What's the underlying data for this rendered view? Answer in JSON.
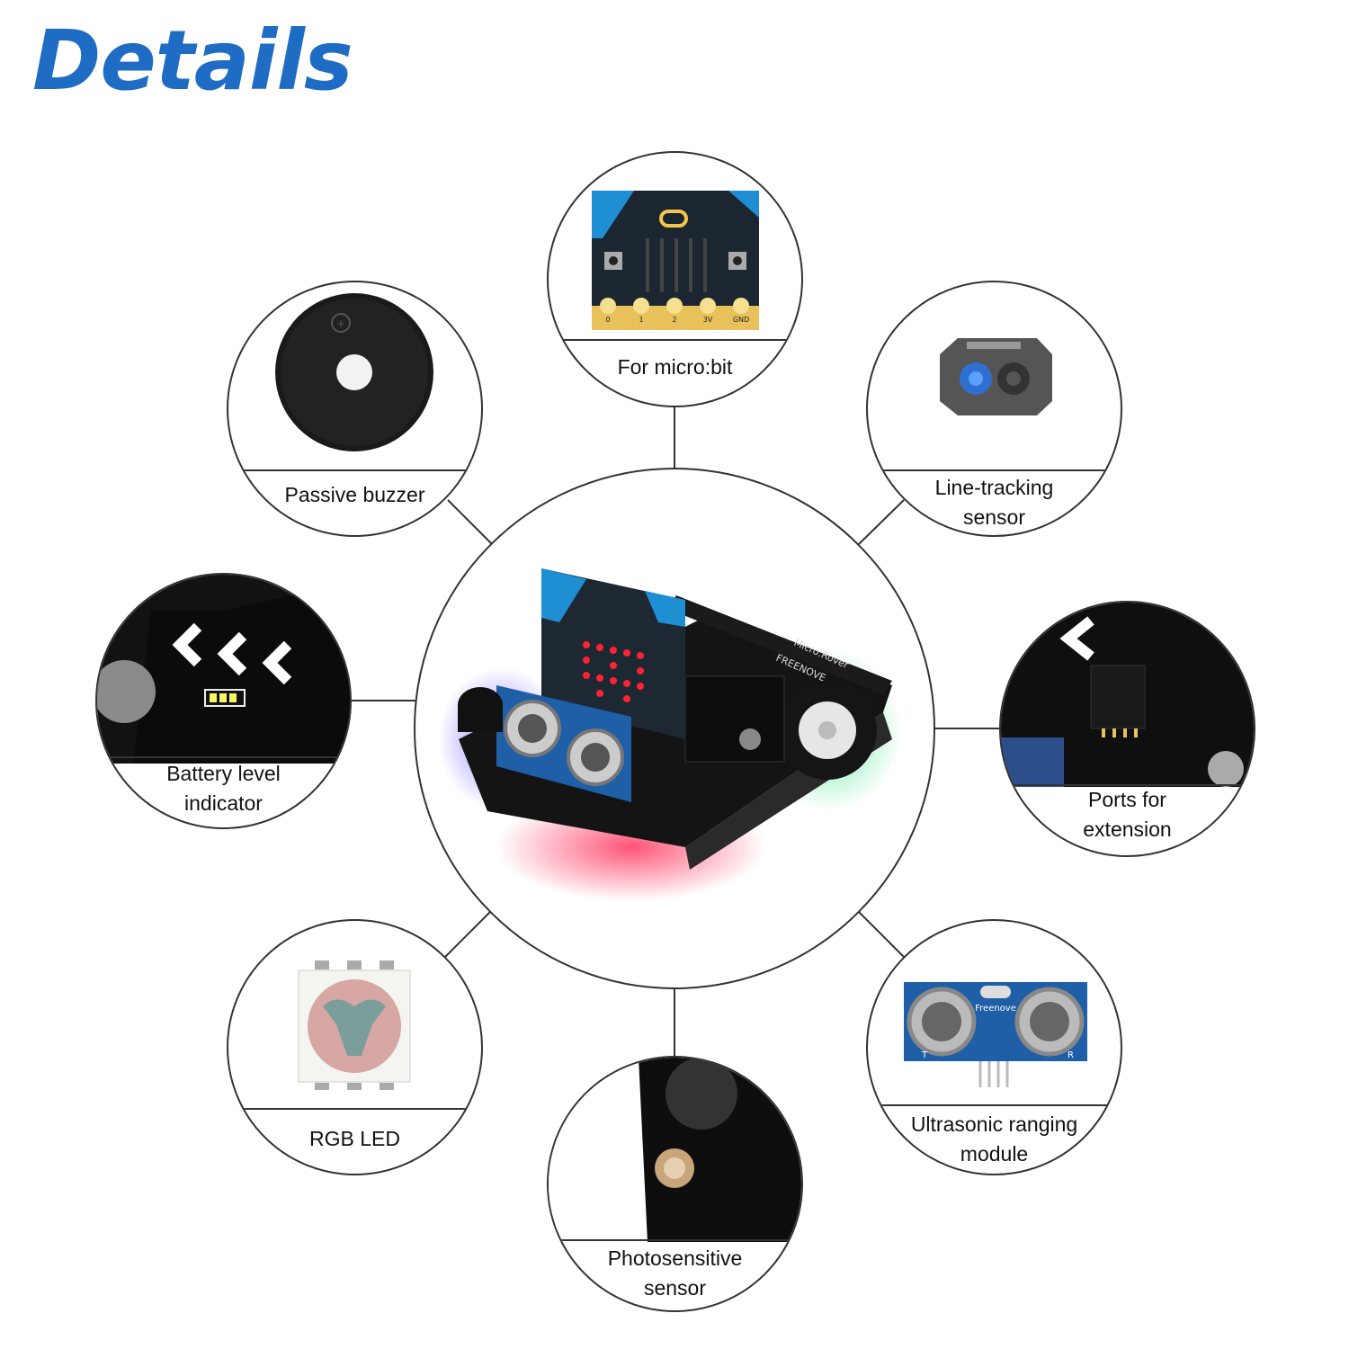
{
  "header": {
    "title": "Details"
  },
  "features": [
    {
      "id": "microbit",
      "label": "For micro:bit"
    },
    {
      "id": "buzzer",
      "label": "Passive buzzer"
    },
    {
      "id": "line",
      "label": "Line-tracking\nsensor"
    },
    {
      "id": "battery",
      "label": "Battery level\nindicator"
    },
    {
      "id": "ports",
      "label": "Ports for\nextension"
    },
    {
      "id": "rgb",
      "label": "RGB LED"
    },
    {
      "id": "ultra",
      "label": "Ultrasonic ranging\nmodule"
    },
    {
      "id": "photo",
      "label": "Photosensitive\nsensor"
    }
  ],
  "microbit_pins": [
    "0",
    "1",
    "2",
    "3V",
    "GND"
  ],
  "board_text": [
    "Micro:Rover",
    "FREENOVE"
  ],
  "module_text": [
    "Freenove",
    "T",
    "R"
  ]
}
